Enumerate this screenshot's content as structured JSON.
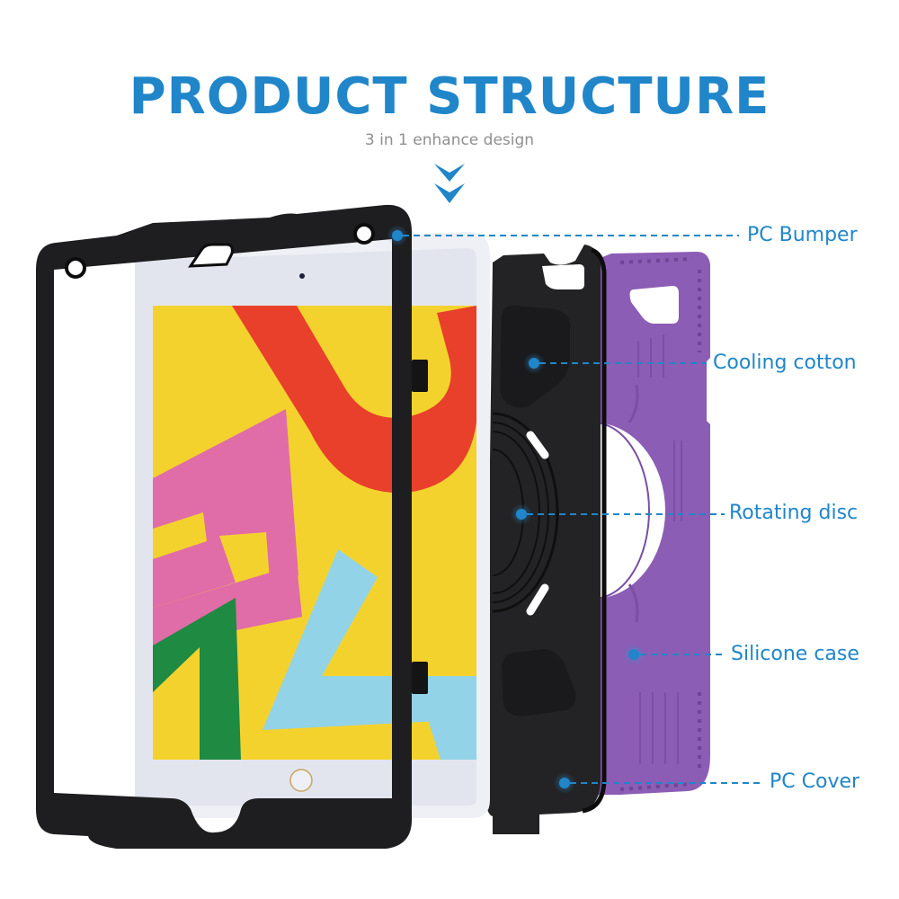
{
  "header": {
    "title": "PRODUCT STRUCTURE",
    "subtitle": "3 in 1 enhance design",
    "scroll_hint_icon": "double-chevron-down-icon"
  },
  "colors": {
    "accent": "#2086c9",
    "subtitle_gray": "#8f8f8f",
    "bumper_black": "#1e1e20",
    "cover_black": "#242426",
    "silicone_purple": "#8b5db5",
    "screen_yellow": "#f4d22e",
    "screen_red": "#e8402a",
    "screen_pink": "#e06ca8",
    "screen_green": "#1f8a42",
    "screen_blue": "#92d3e8",
    "ipad_white": "#eef0f6"
  },
  "callouts": [
    {
      "id": "pc-bumper",
      "label": "PC Bumper"
    },
    {
      "id": "cooling-cotton",
      "label": "Cooling cotton"
    },
    {
      "id": "rotating-disc",
      "label": "Rotating disc"
    },
    {
      "id": "silicone-case",
      "label": "Silicone case"
    },
    {
      "id": "pc-cover",
      "label": "PC Cover"
    }
  ],
  "layers": [
    {
      "name": "PC Bumper",
      "color": "black",
      "position": "front"
    },
    {
      "name": "iPad",
      "color": "white",
      "position": "inserted"
    },
    {
      "name": "PC Cover",
      "color": "black",
      "position": "back shell"
    },
    {
      "name": "Silicone case",
      "color": "purple",
      "position": "rear"
    }
  ]
}
